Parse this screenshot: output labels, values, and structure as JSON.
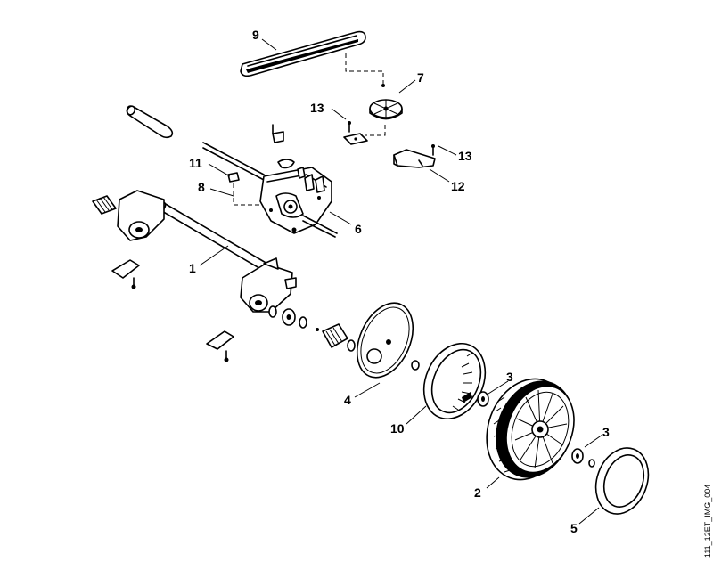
{
  "diagram": {
    "image_code": "111_12ET_IMG_004",
    "callouts": {
      "c1": "1",
      "c2": "2",
      "c3a": "3",
      "c3b": "3",
      "c4": "4",
      "c5": "5",
      "c6": "6",
      "c7": "7",
      "c8": "8",
      "c9": "9",
      "c10": "10",
      "c11": "11",
      "c12": "12",
      "c13a": "13",
      "c13b": "13"
    }
  }
}
